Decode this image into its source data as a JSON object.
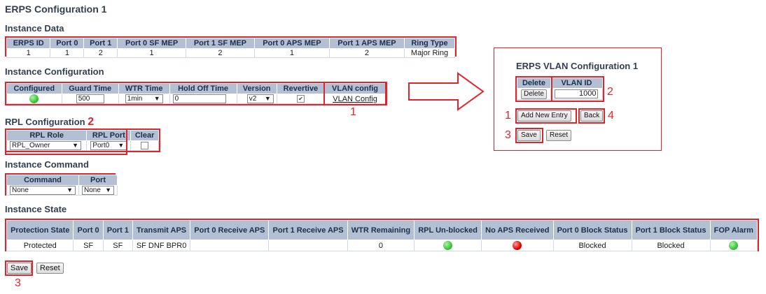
{
  "page_title": "ERPS Configuration 1",
  "instance_data": {
    "heading": "Instance Data",
    "columns": [
      "ERPS ID",
      "Port 0",
      "Port 1",
      "Port 0 SF MEP",
      "Port 1 SF MEP",
      "Port 0 APS MEP",
      "Port 1 APS MEP",
      "Ring Type"
    ],
    "row": [
      "1",
      "1",
      "2",
      "1",
      "2",
      "1",
      "2",
      "Major Ring"
    ]
  },
  "instance_configuration": {
    "heading": "Instance Configuration",
    "columns": [
      "Configured",
      "Guard Time",
      "WTR Time",
      "Hold Off Time",
      "Version",
      "Revertive",
      "VLAN config"
    ],
    "configured_status": "green",
    "guard_time": "500",
    "wtr_time": "1min",
    "hold_off_time": "0",
    "version": "v2",
    "revertive_checked": true,
    "vlan_config_link": "VLAN Config",
    "callout": "1"
  },
  "rpl_configuration": {
    "heading": "RPL Configuration",
    "heading_callout": "2",
    "columns": [
      "RPL Role",
      "RPL Port",
      "Clear"
    ],
    "rpl_role": "RPL_Owner",
    "rpl_port": "Port0",
    "clear_checked": false
  },
  "instance_command": {
    "heading": "Instance Command",
    "columns": [
      "Command",
      "Port"
    ],
    "command": "None",
    "port": "None"
  },
  "instance_state": {
    "heading": "Instance State",
    "columns": [
      "Protection State",
      "Port 0",
      "Port 1",
      "Transmit APS",
      "Port 0 Receive APS",
      "Port 1 Receive APS",
      "WTR Remaining",
      "RPL Un-blocked",
      "No APS Received",
      "Port 0 Block Status",
      "Port 1 Block Status",
      "FOP Alarm"
    ],
    "protection_state": "Protected",
    "port0": "SF",
    "port1": "SF",
    "transmit_aps": "SF DNF BPR0",
    "port0_receive_aps": "",
    "port1_receive_aps": "",
    "wtr_remaining": "0",
    "rpl_unblocked": "green",
    "no_aps_received": "red",
    "port0_block_status": "Blocked",
    "port1_block_status": "Blocked",
    "fop_alarm": "green"
  },
  "buttons": {
    "save": "Save",
    "reset": "Reset",
    "save_callout": "3"
  },
  "vlan_panel": {
    "title": "ERPS VLAN Configuration 1",
    "columns": [
      "Delete",
      "VLAN ID"
    ],
    "delete_label": "Delete",
    "vlan_id": "1000",
    "vlan_callout": "2",
    "add_new_entry": "Add New Entry",
    "add_callout": "1",
    "back": "Back",
    "back_callout": "4",
    "save": "Save",
    "reset": "Reset",
    "save_callout": "3"
  },
  "colors": {
    "annotation_red": "#e0232d",
    "header_bg": "#b3c0d3",
    "status_green": "#3cc43c",
    "status_red": "#e00000"
  }
}
